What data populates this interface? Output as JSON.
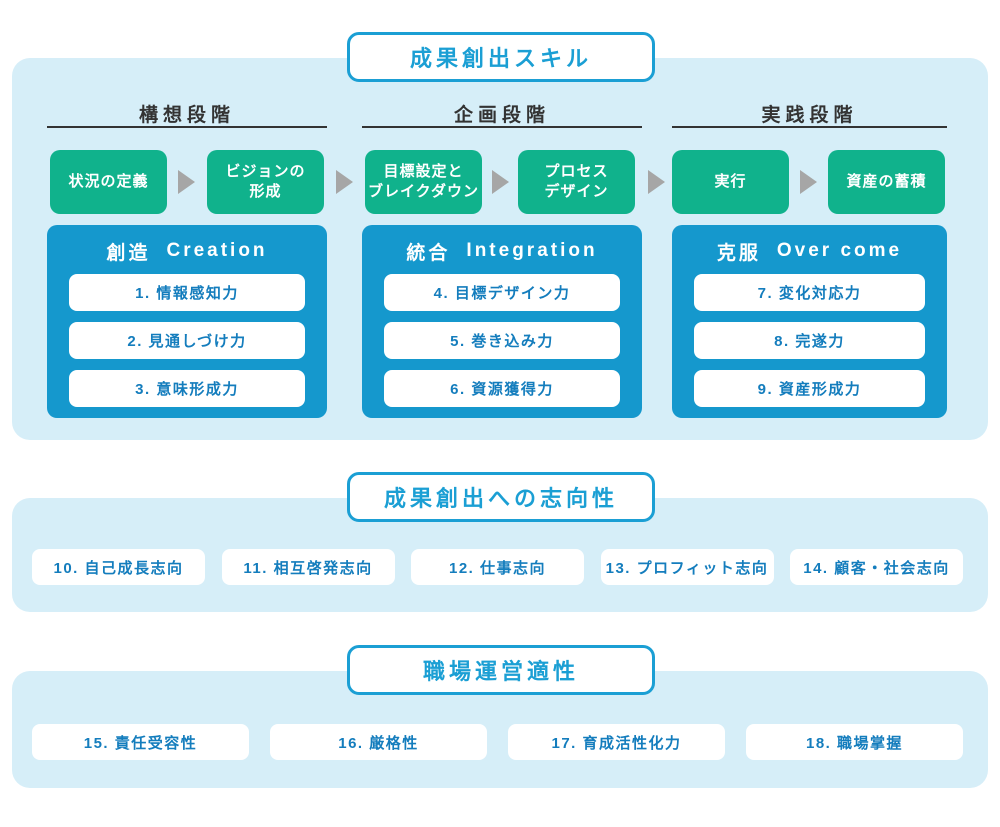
{
  "colors": {
    "section_panel_bg": "#d6eef8",
    "accent_blue": "#1b9fd4",
    "deep_blue_panel": "#1598cd",
    "green_step": "#10b28c",
    "dark_text": "#333333",
    "item_text_blue": "#147dbd",
    "arrow_gray": "#a6a6a6"
  },
  "skills_section": {
    "title": "成果創出スキル",
    "stages": [
      {
        "label": "構想段階",
        "steps": [
          "状況の定義",
          "ビジョンの\n形成"
        ],
        "group": {
          "jp": "創造",
          "en": "Creation",
          "items": [
            "1. 情報感知力",
            "2. 見通しづけ力",
            "3. 意味形成力"
          ]
        }
      },
      {
        "label": "企画段階",
        "steps": [
          "目標設定と\nブレイクダウン",
          "プロセス\nデザイン"
        ],
        "group": {
          "jp": "統合",
          "en": "Integration",
          "items": [
            "4. 目標デザイン力",
            "5. 巻き込み力",
            "6. 資源獲得力"
          ]
        }
      },
      {
        "label": "実践段階",
        "steps": [
          "実行",
          "資産の蓄積"
        ],
        "group": {
          "jp": "克服",
          "en": "Over come",
          "items": [
            "7. 変化対応力",
            "8. 完遂力",
            "9. 資産形成力"
          ]
        }
      }
    ]
  },
  "orientation_section": {
    "title": "成果創出への志向性",
    "items": [
      "10. 自己成長志向",
      "11. 相互啓発志向",
      "12. 仕事志向",
      "13. プロフィット志向",
      "14. 顧客・社会志向"
    ]
  },
  "workplace_section": {
    "title": "職場運営適性",
    "items": [
      "15. 責任受容性",
      "16. 厳格性",
      "17. 育成活性化力",
      "18. 職場掌握"
    ]
  }
}
